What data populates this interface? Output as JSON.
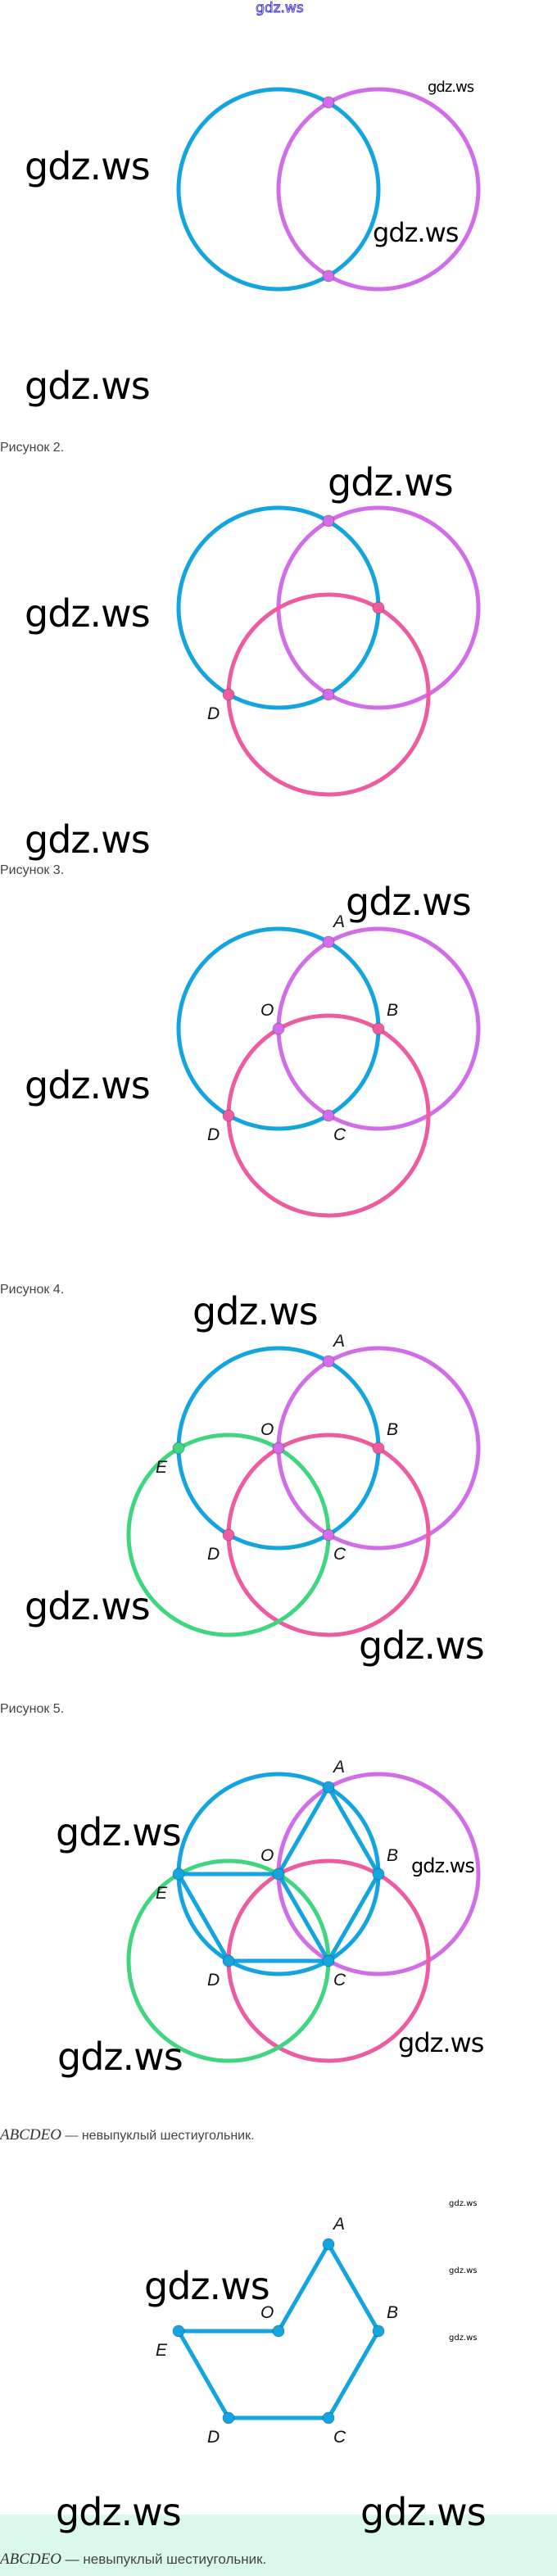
{
  "watermark": "gdz.ws",
  "captions": {
    "fig2": "Рисунок 2.",
    "fig3": "Рисунок 3.",
    "fig4": "Рисунок 4.",
    "fig5": "Рисунок 5.",
    "result_math": "ABCDEO",
    "result_text": " — невыпуклый шестиугольник."
  },
  "colors": {
    "blue": "#14a4e0",
    "purple": "#d16de8",
    "pink": "#ec5c9e",
    "green": "#40d57f",
    "label": "#111111"
  },
  "figures": [
    {
      "circles": [
        "blue",
        "purple"
      ],
      "points": [
        {
          "p": "A",
          "label": "",
          "color": "purple"
        },
        {
          "p": "C",
          "label": "",
          "color": "purple"
        }
      ],
      "lines": []
    },
    {
      "circles": [
        "blue",
        "purple",
        "pink"
      ],
      "points": [
        {
          "p": "A",
          "label": "",
          "color": "purple"
        },
        {
          "p": "C",
          "label": "",
          "color": "purple"
        },
        {
          "p": "B",
          "label": "",
          "color": "pink"
        },
        {
          "p": "D",
          "label": "D",
          "color": "pink"
        }
      ],
      "lines": []
    },
    {
      "circles": [
        "blue",
        "purple",
        "pink"
      ],
      "points": [
        {
          "p": "A",
          "label": "A",
          "color": "purple"
        },
        {
          "p": "C",
          "label": "C",
          "color": "purple"
        },
        {
          "p": "B",
          "label": "B",
          "color": "pink"
        },
        {
          "p": "D",
          "label": "D",
          "color": "pink"
        },
        {
          "p": "O",
          "label": "O",
          "color": "purple"
        }
      ],
      "lines": []
    },
    {
      "circles": [
        "blue",
        "purple",
        "pink",
        "green"
      ],
      "points": [
        {
          "p": "A",
          "label": "A",
          "color": "purple"
        },
        {
          "p": "C",
          "label": "C",
          "color": "purple"
        },
        {
          "p": "B",
          "label": "B",
          "color": "pink"
        },
        {
          "p": "D",
          "label": "D",
          "color": "pink"
        },
        {
          "p": "O",
          "label": "O",
          "color": "purple"
        },
        {
          "p": "E",
          "label": "E",
          "color": "green"
        }
      ],
      "lines": []
    },
    {
      "circles": [
        "blue",
        "purple",
        "pink",
        "green"
      ],
      "points": [
        {
          "p": "A",
          "label": "A",
          "color": "blue"
        },
        {
          "p": "C",
          "label": "C",
          "color": "blue"
        },
        {
          "p": "B",
          "label": "B",
          "color": "blue"
        },
        {
          "p": "D",
          "label": "D",
          "color": "blue"
        },
        {
          "p": "O",
          "label": "O",
          "color": "blue"
        },
        {
          "p": "E",
          "label": "E",
          "color": "blue"
        }
      ],
      "lines": [
        [
          "A",
          "B"
        ],
        [
          "B",
          "C"
        ],
        [
          "C",
          "D"
        ],
        [
          "D",
          "E"
        ],
        [
          "E",
          "O"
        ],
        [
          "O",
          "A"
        ],
        [
          "O",
          "C"
        ]
      ]
    },
    {
      "circles": [],
      "points": [
        {
          "p": "A",
          "label": "A",
          "color": "blue"
        },
        {
          "p": "C",
          "label": "C",
          "color": "blue"
        },
        {
          "p": "B",
          "label": "B",
          "color": "blue"
        },
        {
          "p": "D",
          "label": "D",
          "color": "blue"
        },
        {
          "p": "O",
          "label": "O",
          "color": "blue"
        },
        {
          "p": "E",
          "label": "E",
          "color": "blue"
        }
      ],
      "lines": [
        [
          "A",
          "B"
        ],
        [
          "B",
          "C"
        ],
        [
          "C",
          "D"
        ],
        [
          "D",
          "E"
        ],
        [
          "E",
          "O"
        ],
        [
          "O",
          "A"
        ]
      ]
    }
  ]
}
